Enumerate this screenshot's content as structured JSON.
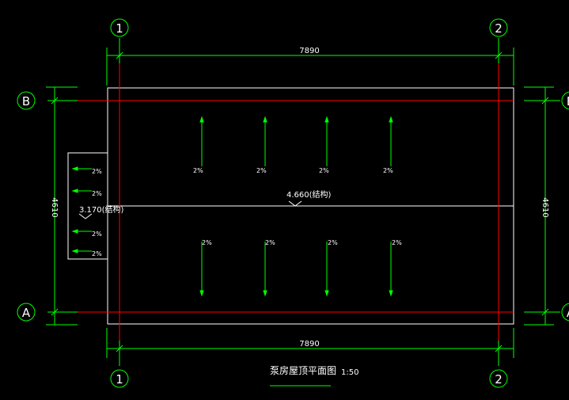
{
  "axes": {
    "col1": "1",
    "col2": "2",
    "rowA": "A",
    "rowB": "B"
  },
  "dimensions": {
    "top_width": "7890",
    "bottom_width": "7890",
    "left_height": "4610",
    "right_height": "4610"
  },
  "elevations": {
    "main_roof": "4.660(结构)",
    "canopy": "3.170(结构)"
  },
  "slopes": {
    "upper": [
      "2%",
      "2%",
      "2%",
      "2%"
    ],
    "lower": [
      "2%",
      "2%",
      "2%",
      "2%"
    ],
    "canopy": [
      "2%",
      "2%",
      "2%",
      "2%"
    ]
  },
  "title": {
    "name": "泵房屋顶平面图",
    "scale": "1:50"
  },
  "colors": {
    "axis_line": "#ff0000",
    "dimension": "#00ff00",
    "outline": "#ffffff",
    "background": "#000000"
  }
}
